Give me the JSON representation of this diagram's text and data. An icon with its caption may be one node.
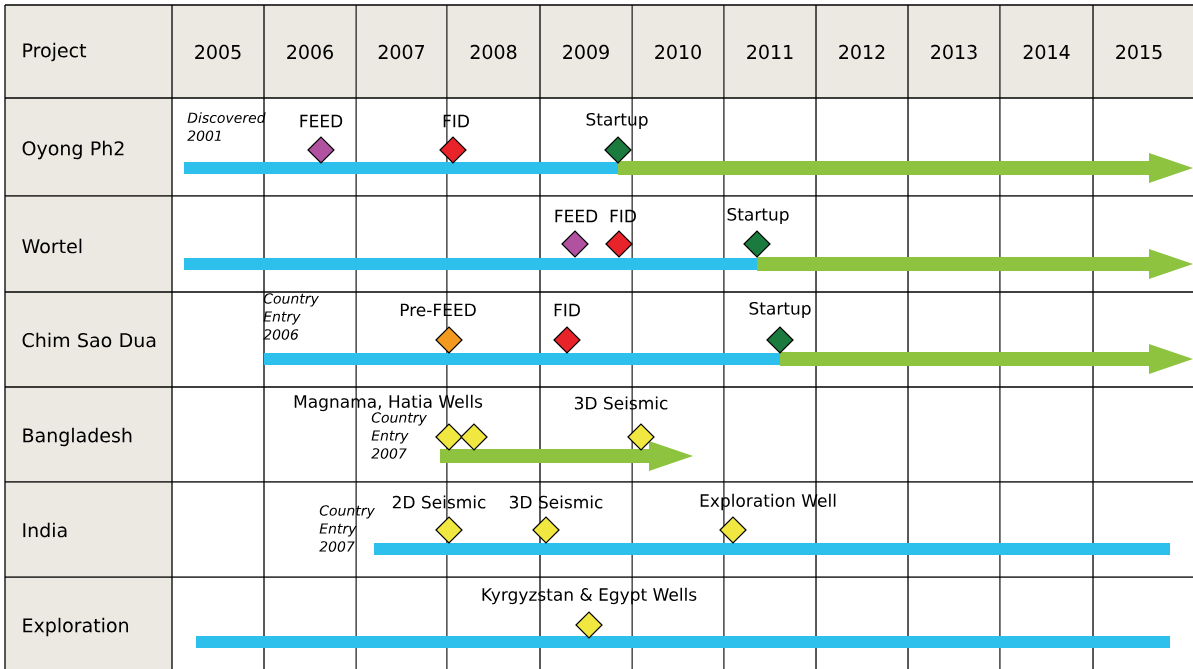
{
  "diagram": {
    "labels": [
      "Project",
      "2005",
      "2006",
      "2007",
      "2008",
      "2009",
      "2010",
      "2011",
      "2012",
      "2013",
      "2014",
      "2015",
      "Oyong Ph2",
      "Discovered 2001",
      "FEED",
      "FID",
      "Startup",
      "Wortel",
      "FEED",
      "FID",
      "Startup",
      "Chim Sao Dua",
      "Country Entry 2006",
      "Pre-FEED",
      "FID",
      "Startup",
      "Bangladesh",
      "Magnama, Hatia Wells",
      "3D Seismic",
      "Country Entry 2007",
      "India",
      "2D Seismic",
      "3D Seismic",
      "Exploration Well",
      "Country Entry 2007",
      "Exploration",
      "Kyrgyzstan & Egypt Wells"
    ]
  }
}
